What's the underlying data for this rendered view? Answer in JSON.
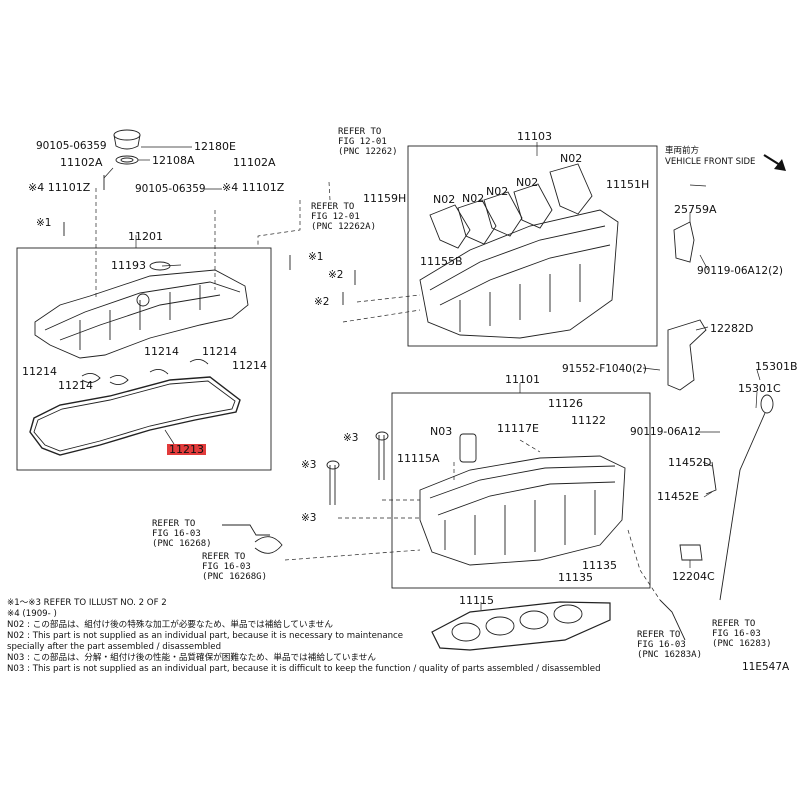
{
  "labels": {
    "p90105_06359_a": "90105-06359",
    "p12180E": "12180E",
    "p11102A_l": "11102A",
    "p12108A": "12108A",
    "p11101Z_l": "※4 11101Z",
    "p90105_06359_b": "90105-06359",
    "p11102A_r": "11102A",
    "p11101Z_r": "※4 11101Z",
    "x1_a": "※1",
    "p11201": "11201",
    "p11193": "11193",
    "x1_b": "※1",
    "x2_a": "※2",
    "x2_b": "※2",
    "p11214_a": "11214",
    "p11214_b": "11214",
    "p11214_c": "11214",
    "p11214_d": "11214",
    "p11214_e": "11214",
    "p11213": "11213",
    "refer_12262": "REFER TO\nFIG 12-01\n(PNC 12262)",
    "refer_12262A": "REFER TO\nFIG 12-01\n(PNC 12262A)",
    "p11159H": "11159H",
    "p11103": "11103",
    "n02_a": "N02",
    "n02_b": "N02",
    "n02_c": "N02",
    "n02_d": "N02",
    "n02_e": "N02",
    "p11151H": "11151H",
    "p11155B": "11155B",
    "front_jp": "車両前方",
    "front_en": "VEHICLE FRONT SIDE",
    "p25759A": "25759A",
    "p90119_06A12_2": "90119-06A12(2)",
    "p12282D": "12282D",
    "p91552_F1040": "91552-F1040(2)",
    "p15301B": "15301B",
    "p15301C": "15301C",
    "p90119_06A12": "90119-06A12",
    "p11452D": "11452D",
    "p11452E": "11452E",
    "p12204C": "12204C",
    "p11101": "11101",
    "p11126": "11126",
    "p11122": "11122",
    "n03": "N03",
    "p11117E": "11117E",
    "x3_a": "※3",
    "p11115A": "11115A",
    "x3_b": "※3",
    "x3_c": "※3",
    "p11135": "11135",
    "p11135_b": "11135",
    "refer_16268": "REFER TO\nFIG 16-03\n(PNC 16268)",
    "refer_16268G": "REFER TO\nFIG 16-03\n(PNC 16268G)",
    "p11115": "11115",
    "refer_16283A": "REFER TO\nFIG 16-03\n(PNC 16283A)",
    "refer_16283": "REFER TO\nFIG 16-03\n(PNC 16283)",
    "fig_code": "11E547A"
  },
  "notes": [
    "※1～※3  REFER TO ILLUST NO. 2 OF 2",
    "※4 (1909-      )",
    "N02 : この部品は、組付け後の特殊な加工が必要なため、単品では補給していません",
    "N02 : This part is not supplied as an individual part, because it is necessary to maintenance",
    "         specially after the part assembled / disassembled",
    "N03 : この部品は、分解・組付け後の性能・品質確保が困難なため、単品では補給していません",
    "N03 : This part is not supplied as an individual part, because it is difficult to keep the function / quality of parts  assembled / disassembled"
  ],
  "highlight_color": "#e23b3b",
  "icons": [
    "front-direction-arrow-icon"
  ]
}
